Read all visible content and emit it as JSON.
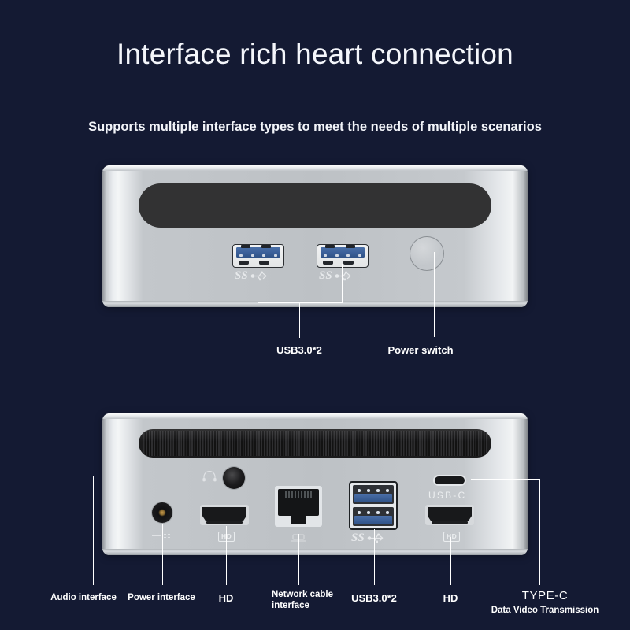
{
  "header": {
    "title": "Interface rich heart connection",
    "subtitle": "Supports multiple interface types to meet the needs of multiple scenarios"
  },
  "colors": {
    "background": "#141a33",
    "text": "#ffffff",
    "chassis_light": "#f4f6f7",
    "chassis_mid": "#bdc1c5",
    "chassis_dark": "#7f8387",
    "vent_dark": "#323233",
    "usb_blue": "#3a5f98",
    "callout_line": "#ffffff"
  },
  "front_panel": {
    "name": "front-panel-view",
    "ports": [
      {
        "id": "usb-a-1",
        "type": "usb-a",
        "marking": "SS"
      },
      {
        "id": "usb-a-2",
        "type": "usb-a",
        "marking": "SS"
      },
      {
        "id": "power-button",
        "type": "button"
      }
    ],
    "callouts": [
      {
        "id": "front-usb",
        "label": "USB3.0*2"
      },
      {
        "id": "front-power",
        "label": "Power switch"
      }
    ]
  },
  "rear_panel": {
    "name": "rear-panel-view",
    "silkscreen": {
      "usb_c": "USB-C",
      "hdmi_badge": "HD",
      "ss_mark": "SS"
    },
    "ports": [
      {
        "id": "audio-jack",
        "type": "3.5mm-audio"
      },
      {
        "id": "dc-power",
        "type": "dc-barrel"
      },
      {
        "id": "hdmi-1",
        "type": "hdmi",
        "badge": "HD"
      },
      {
        "id": "rj45",
        "type": "ethernet"
      },
      {
        "id": "usb-a-stack",
        "type": "usb-a-dual",
        "marking": "SS"
      },
      {
        "id": "usb-c",
        "type": "usb-type-c",
        "silk": "USB-C"
      },
      {
        "id": "hdmi-2",
        "type": "hdmi",
        "badge": "HD"
      }
    ],
    "callouts": [
      {
        "id": "audio",
        "label": "Audio interface"
      },
      {
        "id": "power",
        "label": "Power interface"
      },
      {
        "id": "hdmi-left",
        "label": "HD"
      },
      {
        "id": "network",
        "label": "Network cable\ninterface",
        "line1": "Network cable",
        "line2": "interface"
      },
      {
        "id": "usb",
        "label": "USB3.0*2"
      },
      {
        "id": "hdmi-right",
        "label": "HD"
      },
      {
        "id": "type-c",
        "label": "TYPE-C",
        "sublabel": "Data Video Transmission"
      }
    ]
  }
}
